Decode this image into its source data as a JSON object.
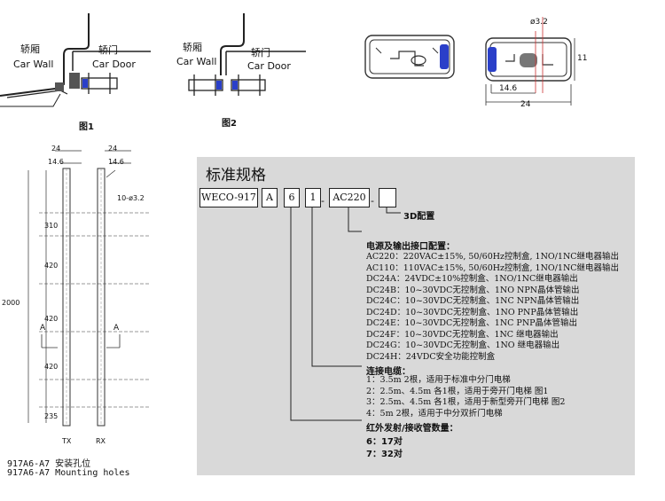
{
  "figure1": {
    "car_wall_cn": "轿厢",
    "car_wall_en": "Car Wall",
    "car_door_cn": "轿门",
    "car_door_en": "Car Door",
    "caption": "图1"
  },
  "figure2": {
    "car_wall_cn": "轿厢",
    "car_wall_en": "Car Wall",
    "car_door_cn": "轿门",
    "car_door_en": "Car Door",
    "caption": "图2"
  },
  "section_view": {
    "dim_hole": "ø3.2",
    "dim_height": "11",
    "dim_inner": "14.6",
    "dim_width": "24"
  },
  "mounting": {
    "top_dim_24": "24",
    "top_dim_146": "14.6",
    "hole_note": "10-ø3.2",
    "total": "2000",
    "seg_310": "310",
    "seg_420a": "420",
    "seg_420b": "420",
    "seg_420c": "420",
    "seg_235": "235",
    "section_a": "A",
    "tx": "TX",
    "rx": "RX",
    "caption_cn": "917A6-A7  安装孔位",
    "caption_en": "917A6-A7   Mounting holes"
  },
  "spec": {
    "title": "标准规格",
    "model": "WECO-917",
    "code_a": "A",
    "code_6": "6",
    "code_1": "1",
    "code_ac": "AC220",
    "code_blank": "",
    "dash": "-",
    "label_3d": "3D配置",
    "power_title": "电源及输出接口配置：",
    "power": [
      "AC220：220VAC±15%, 50/60Hz控制盒, 1NO/1NC继电器输出",
      "AC110：110VAC±15%, 50/60Hz控制盒, 1NO/1NC继电器输出",
      "DC24A：24VDC±10%控制盒、1NO/1NC继电器输出",
      "DC24B：10~30VDC无控制盒、1NO NPN晶体管输出",
      "DC24C：10~30VDC无控制盒、1NC NPN晶体管输出",
      "DC24D：10~30VDC无控制盒、1NO PNP晶体管输出",
      "DC24E：10~30VDC无控制盒、1NC PNP晶体管输出",
      "DC24F：10~30VDC无控制盒、1NC 继电器输出",
      "DC24G：10~30VDC无控制盒、1NO 继电器输出",
      "DC24H：24VDC安全功能控制盒"
    ],
    "cable_title": "连接电缆：",
    "cable": [
      "1：3.5m 2根，适用于标准中分门电梯",
      "2：2.5m、4.5m 各1根，适用于旁开门电梯   图1",
      "3：2.5m、4.5m 各1根，适用于新型旁开门电梯   图2",
      "4：5m 2根，适用于中分双折门电梯"
    ],
    "ir_title": "红外发射/接收管数量：",
    "ir": [
      "6：17对",
      "7：32对"
    ]
  },
  "colors": {
    "blue": "#2a3fc9",
    "panel": "#d9d9d9"
  }
}
